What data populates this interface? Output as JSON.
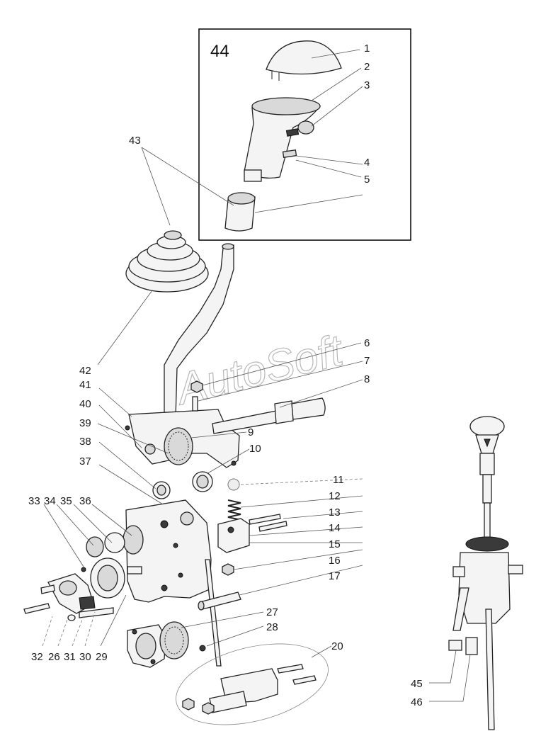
{
  "inset": {
    "label": "44"
  },
  "watermark": "AutoSoft",
  "labels": [
    {
      "id": "1",
      "text": "1"
    },
    {
      "id": "2",
      "text": "2"
    },
    {
      "id": "3",
      "text": "3"
    },
    {
      "id": "4",
      "text": "4"
    },
    {
      "id": "5",
      "text": "5"
    },
    {
      "id": "6",
      "text": "6"
    },
    {
      "id": "7",
      "text": "7"
    },
    {
      "id": "8",
      "text": "8"
    },
    {
      "id": "9",
      "text": "9"
    },
    {
      "id": "10",
      "text": "10"
    },
    {
      "id": "11",
      "text": "11"
    },
    {
      "id": "12",
      "text": "12"
    },
    {
      "id": "13",
      "text": "13"
    },
    {
      "id": "14",
      "text": "14"
    },
    {
      "id": "15",
      "text": "15"
    },
    {
      "id": "16",
      "text": "16"
    },
    {
      "id": "17",
      "text": "17"
    },
    {
      "id": "20",
      "text": "20"
    },
    {
      "id": "26",
      "text": "26"
    },
    {
      "id": "27",
      "text": "27"
    },
    {
      "id": "28",
      "text": "28"
    },
    {
      "id": "29",
      "text": "29"
    },
    {
      "id": "30",
      "text": "30"
    },
    {
      "id": "31",
      "text": "31"
    },
    {
      "id": "32",
      "text": "32"
    },
    {
      "id": "33",
      "text": "33"
    },
    {
      "id": "34",
      "text": "34"
    },
    {
      "id": "35",
      "text": "35"
    },
    {
      "id": "36",
      "text": "36"
    },
    {
      "id": "37",
      "text": "37"
    },
    {
      "id": "38",
      "text": "38"
    },
    {
      "id": "39",
      "text": "39"
    },
    {
      "id": "40",
      "text": "40"
    },
    {
      "id": "41",
      "text": "41"
    },
    {
      "id": "42",
      "text": "42"
    },
    {
      "id": "43",
      "text": "43"
    },
    {
      "id": "45",
      "text": "45"
    },
    {
      "id": "46",
      "text": "46"
    }
  ]
}
